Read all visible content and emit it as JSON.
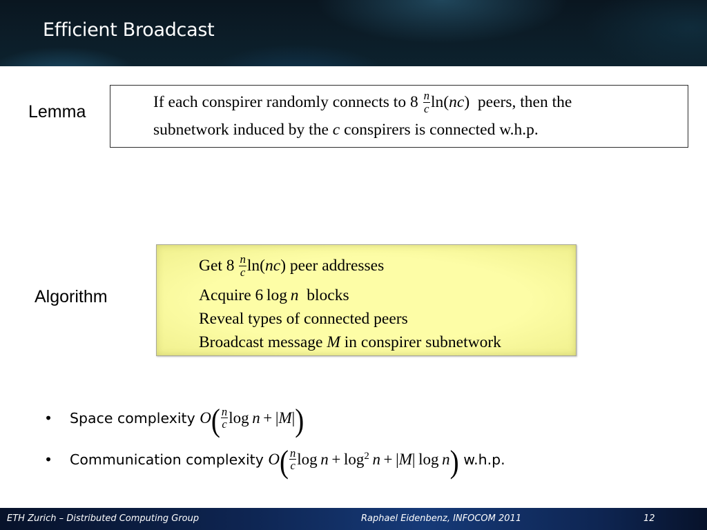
{
  "slide": {
    "title": "Efficient Broadcast"
  },
  "lemma": {
    "label": "Lemma",
    "line1_before": "If each conspirer randomly connects to 8",
    "line1_after": "peers, then the",
    "line2_before": "subnetwork induced by the",
    "line2_var": "c",
    "line2_after": "conspirers is connected w.h.p."
  },
  "algorithm": {
    "label": "Algorithm",
    "line1_before": "Get 8",
    "line1_after": "peer addresses",
    "line2_before": "Acquire 6",
    "line2_after": "blocks",
    "line3": "Reveal types of connected peers",
    "line4_before": "Broadcast message",
    "line4_var": "M",
    "line4_after": "in conspirer subnetwork"
  },
  "bullets": [
    {
      "marker": "•",
      "text": "Space complexity"
    },
    {
      "marker": "•",
      "text": "Communication complexity",
      "suffix": "w.h.p."
    }
  ],
  "footer": {
    "left": "ETH Zurich – Distributed Computing Group",
    "center": "Raphael Eidenbenz, INFOCOM 2011",
    "page": "12"
  }
}
